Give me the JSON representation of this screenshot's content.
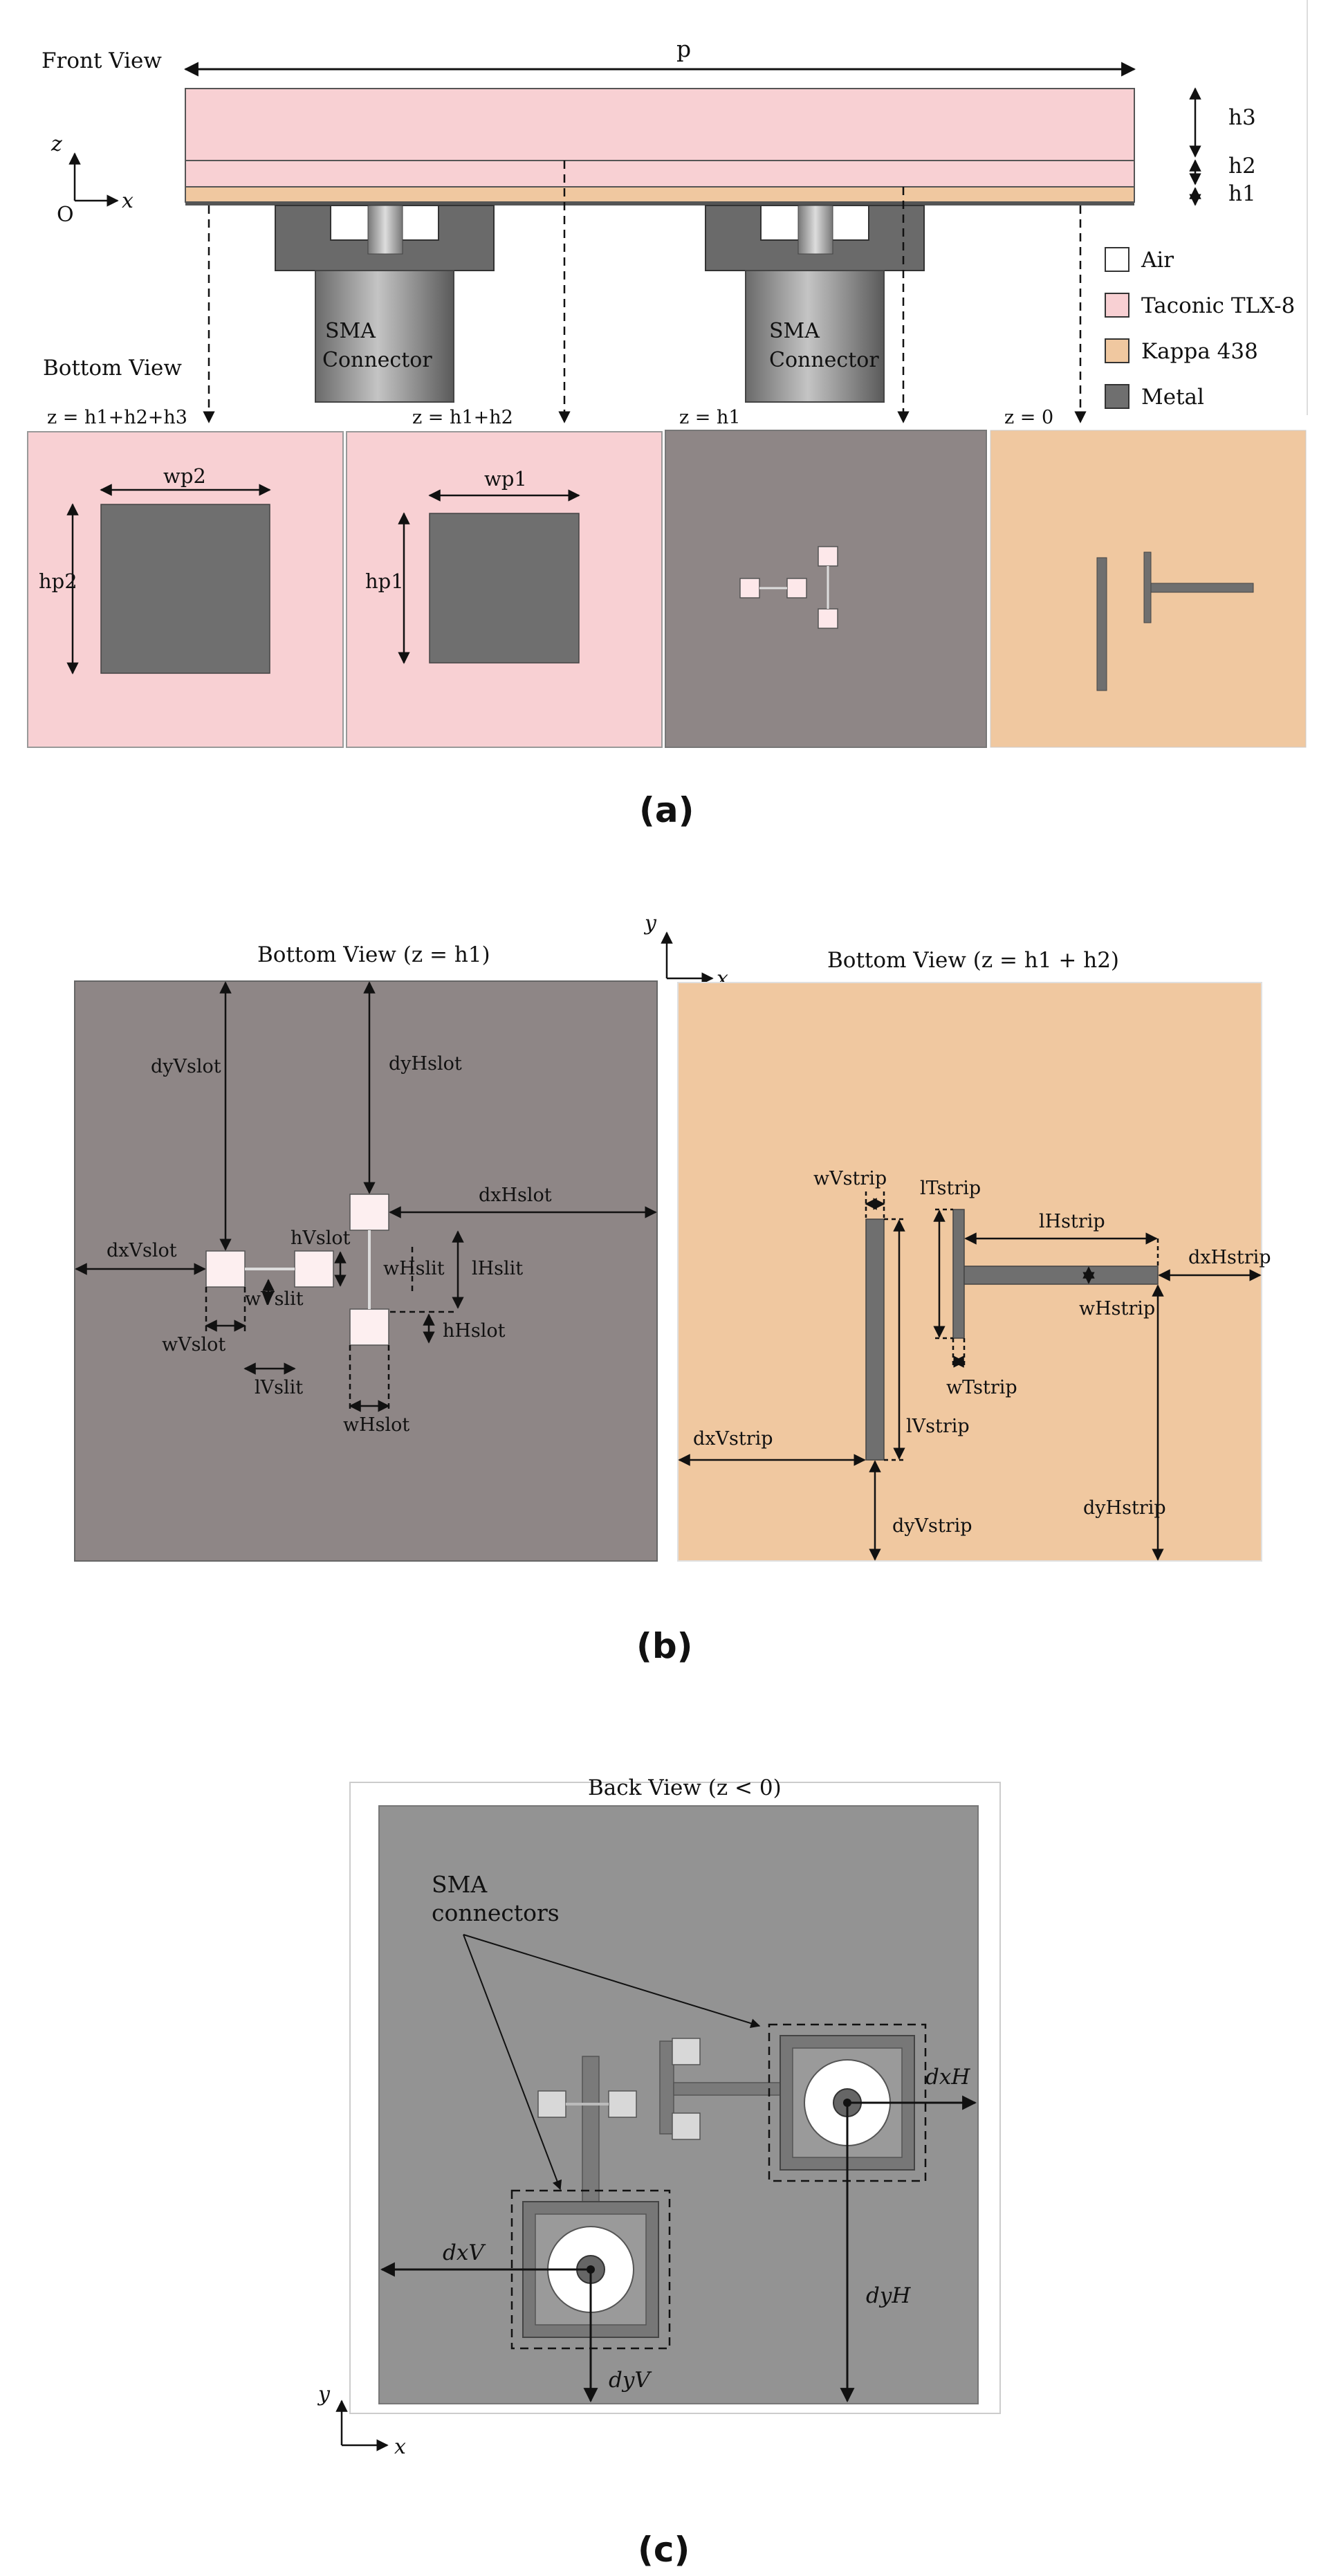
{
  "panel_a": {
    "caption": "(a)",
    "front_view": "Front View",
    "bottom_view": "Bottom View",
    "axis_z": "z",
    "axis_x": "x",
    "origin": "O",
    "dim_p": "p",
    "h3": "h3",
    "h2": "h2",
    "h1": "h1",
    "sma_line1": "SMA",
    "sma_line2": "Connector",
    "legend": [
      {
        "label": "Air",
        "color": "#ffffff"
      },
      {
        "label": "Taconic TLX-8",
        "color": "#f8d0d3"
      },
      {
        "label": "Kappa 438",
        "color": "#f0c8a0"
      },
      {
        "label": "Metal",
        "color": "#6f6f6f"
      }
    ],
    "z_label_1": "z = h1+h2+h3",
    "z_label_2": "z = h1+h2",
    "z_label_3": "z = h1",
    "z_label_4": "z = 0",
    "wp2": "wp2",
    "hp2": "hp2",
    "wp1": "wp1",
    "hp1": "hp1"
  },
  "panel_b": {
    "caption": "(b)",
    "left_title": "Bottom View (z = h1)",
    "right_title": "Bottom View (z = h1 + h2)",
    "axis_y": "y",
    "axis_x": "x",
    "dyVslot": "dyVslot",
    "dyHslot": "dyHslot",
    "dxHslot": "dxHslot",
    "dxVslot": "dxVslot",
    "hVslot": "hVslot",
    "wHslit": "wHslit",
    "lHslit": "lHslit",
    "wVslit": "wVslit",
    "wVslot": "wVslot",
    "hHslot": "hHslot",
    "lVslit": "lVslit",
    "wHslot": "wHslot",
    "wVstrip": "wVstrip",
    "lTstrip": "lTstrip",
    "lHstrip": "lHstrip",
    "dxHstrip": "dxHstrip",
    "wHstrip": "wHstrip",
    "wTstrip": "wTstrip",
    "lVstrip": "lVstrip",
    "dxVstrip": "dxVstrip",
    "dyVstrip": "dyVstrip",
    "dyHstrip": "dyHstrip"
  },
  "panel_c": {
    "caption": "(c)",
    "title": "Back View (z < 0)",
    "sma_line1": "SMA",
    "sma_line2": "connectors",
    "dxH": "dxH",
    "dxV": "dxV",
    "dyH": "dyH",
    "dyV": "dyV",
    "axis_y": "y",
    "axis_x": "x"
  }
}
